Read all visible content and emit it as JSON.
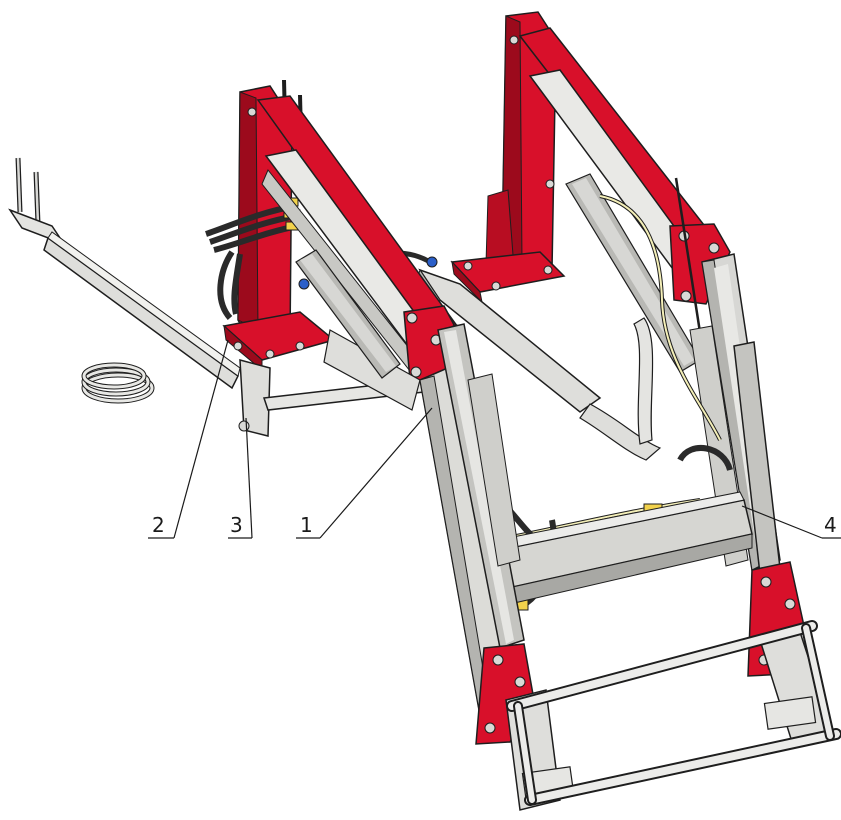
{
  "callouts": [
    {
      "id": "c1",
      "label": "1"
    },
    {
      "id": "c2",
      "label": "2"
    },
    {
      "id": "c3",
      "label": "3"
    },
    {
      "id": "c4",
      "label": "4"
    }
  ],
  "colors": {
    "frame_red": "#d8102a",
    "frame_red_dark": "#9c0a1c",
    "steel": "#d9d9d6",
    "steel_dark": "#8f8f8a",
    "hose": "#2a2a2a",
    "pipe_yellow": "#f4efb8",
    "outline": "#1e1e1e"
  }
}
